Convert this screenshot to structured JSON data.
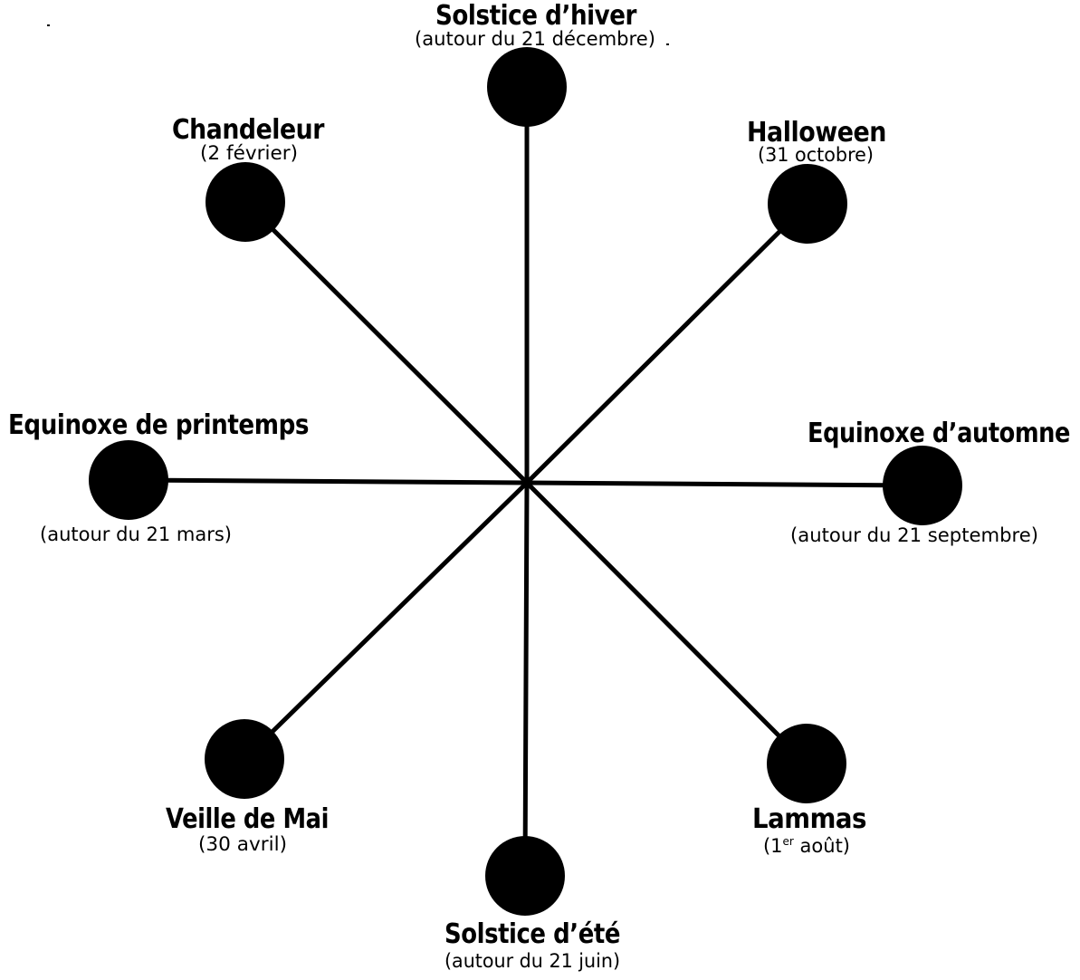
{
  "colors": {
    "ink": "#000000",
    "background": "#ffffff"
  },
  "festivals": {
    "winter_solstice": {
      "name": "Solstice d’hiver",
      "date": "(autour du 21 décembre)"
    },
    "halloween": {
      "name": "Halloween",
      "date": "(31 octobre)"
    },
    "autumn_equinox": {
      "name": "Equinoxe d’automne",
      "date": "(autour du 21 septembre)"
    },
    "lammas": {
      "name": "Lammas",
      "date_prefix": "(1",
      "date_sup": "er",
      "date_suffix": " août)"
    },
    "summer_solstice": {
      "name": "Solstice d’été",
      "date": "(autour du 21 juin)"
    },
    "may_eve": {
      "name": "Veille de Mai",
      "date": "(30 avril)"
    },
    "spring_equinox": {
      "name": "Equinoxe de printemps",
      "date": "(autour du 21 mars)"
    },
    "candlemas": {
      "name": "Chandeleur",
      "date": "(2 février)"
    }
  }
}
